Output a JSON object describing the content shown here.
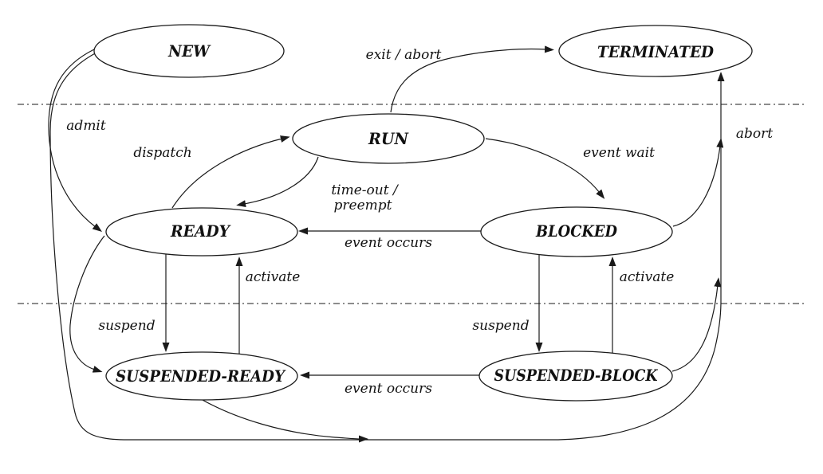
{
  "diagram": {
    "type": "state-transition-diagram",
    "subject": "process states",
    "colors": {
      "background": "#ffffff",
      "stroke": "#1a1a1a",
      "text": "#111111"
    },
    "separators": {
      "count": 2,
      "style": "dash-dot horizontal lines"
    },
    "states": [
      {
        "id": "new",
        "label": "NEW"
      },
      {
        "id": "terminated",
        "label": "TERMINATED"
      },
      {
        "id": "run",
        "label": "RUN"
      },
      {
        "id": "ready",
        "label": "READY"
      },
      {
        "id": "blocked",
        "label": "BLOCKED"
      },
      {
        "id": "suspended-ready",
        "label": "SUSPENDED-READY"
      },
      {
        "id": "suspended-block",
        "label": "SUSPENDED-BLOCK"
      }
    ],
    "transitions": [
      {
        "from": "NEW",
        "to": "READY",
        "label": "admit"
      },
      {
        "from": "READY",
        "to": "RUN",
        "label": "dispatch"
      },
      {
        "from": "RUN",
        "to": "READY",
        "label": "time-out / preempt",
        "label_line1": "time-out /",
        "label_line2": "preempt"
      },
      {
        "from": "RUN",
        "to": "TERMINATED",
        "label": "exit  / abort"
      },
      {
        "from": "RUN",
        "to": "BLOCKED",
        "label": "event wait"
      },
      {
        "from": "BLOCKED",
        "to": "READY",
        "label": "event occurs"
      },
      {
        "from": "READY",
        "to": "SUSPENDED-READY",
        "label": "suspend"
      },
      {
        "from": "SUSPENDED-READY",
        "to": "READY",
        "label": "activate"
      },
      {
        "from": "BLOCKED",
        "to": "SUSPENDED-BLOCK",
        "label": "suspend"
      },
      {
        "from": "SUSPENDED-BLOCK",
        "to": "BLOCKED",
        "label": "activate"
      },
      {
        "from": "SUSPENDED-BLOCK",
        "to": "SUSPENDED-READY",
        "label": "event occurs"
      },
      {
        "from": "BLOCKED / SUSPENDED-BLOCK / SUSPENDED-READY",
        "to": "TERMINATED",
        "label": "abort"
      }
    ]
  }
}
